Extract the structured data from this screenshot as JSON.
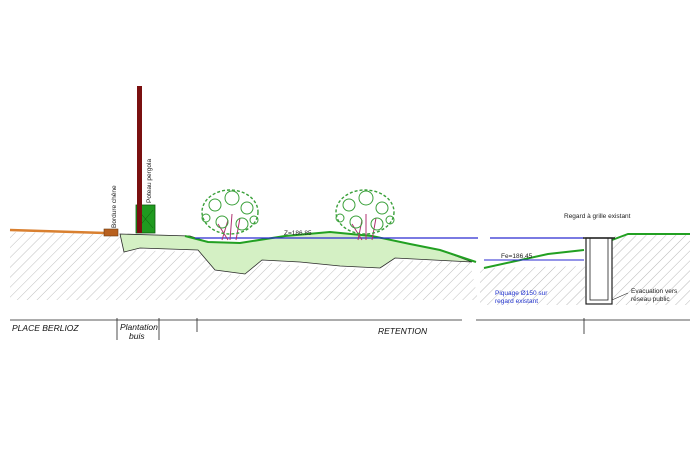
{
  "labels": {
    "bordure": "Bordure chêne",
    "poteau": "Poteau pergola",
    "z_level": "Z=186.85",
    "fe_level": "Fe=186.45",
    "regard": "Regard à grille existant",
    "piquage_1": "Piquage Ø150 sur",
    "piquage_2": "regard existant",
    "evac_1": "Evacuation vers",
    "evac_2": "réseau public"
  },
  "zones": {
    "place": "PLACE BERLIOZ",
    "plantation_1": "Plantation",
    "plantation_2": "buis",
    "retention": "RETENTION"
  },
  "colors": {
    "ground_green": "#22a022",
    "lawn_fill": "#d4f0c4",
    "water_blue": "#2a2ad0",
    "post": "#7a1010",
    "hedge": "#1f9a1f",
    "border_oak": "#b8601e",
    "paving": "#d98030"
  }
}
